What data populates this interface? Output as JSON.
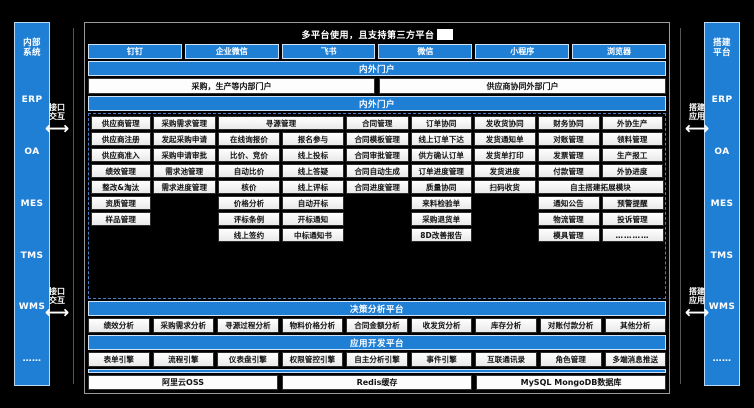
{
  "title": "多平台使用，且支持第三方平台",
  "colors": {
    "accent": "#1f7fd4",
    "cell": "#f2f2f2",
    "border": "#2b2b2b",
    "dashed": "#4a7fc4"
  },
  "left_rail": {
    "items": [
      "内部\n系统",
      "ERP",
      "OA",
      "MES",
      "TMS",
      "WMS",
      "……"
    ],
    "header": "内部系统",
    "labels": {
      "erp": "ERP",
      "oa": "OA",
      "mes": "MES",
      "tms": "TMS",
      "wms": "WMS",
      "dots": "……"
    }
  },
  "right_rail": {
    "header": "搭建\n平台",
    "labels": {
      "erp": "ERP",
      "oa": "OA",
      "mes": "MES",
      "tms": "TMS",
      "wms": "WMS",
      "dots": "……"
    }
  },
  "connectors": {
    "left_top": {
      "label": "接口\n交互",
      "arrow": "⟷"
    },
    "left_bottom": {
      "label": "接口\n交互",
      "arrow": "⟷"
    },
    "right_top": {
      "label": "搭建\n应用",
      "arrow": "⟷"
    },
    "right_bottom": {
      "label": "搭建\n应用",
      "arrow": "⟷"
    }
  },
  "platforms": [
    "钉钉",
    "企业微信",
    "飞书",
    "微信",
    "小程序",
    "浏览器"
  ],
  "portal_bar_1": "内外门户",
  "portals": [
    "采购，生产等内部门户",
    "供应商协同外部门户"
  ],
  "portal_bar_2": "内外门户",
  "matrix": {
    "col1": {
      "head": "供应商管理",
      "items": [
        "供应商注册",
        "供应商准入",
        "绩效管理",
        "整改&淘汰",
        "资质管理",
        "样品管理"
      ]
    },
    "col2": {
      "head": "采购需求管理",
      "items": [
        "发起采购申请",
        "采购申请审批",
        "需求池管理",
        "需求进度管理"
      ]
    },
    "sourcing": {
      "head": "寻源管理",
      "left": [
        "在线询报价",
        "比价、竞价",
        "自动比价",
        "核价",
        "价格分析",
        "评标条例",
        "线上签约"
      ],
      "right": [
        "报名参与",
        "线上投标",
        "线上答疑",
        "线上评标",
        "自动开标",
        "开标通知",
        "中标通知书"
      ]
    },
    "col5": {
      "head": "合同管理",
      "items": [
        "合同模板管理",
        "合同审批管理",
        "合同自动生成",
        "合同进度管理"
      ]
    },
    "col6": {
      "head": "订单协同",
      "items": [
        "线上订单下达",
        "供方确认订单",
        "订单进度管理",
        "质量协同",
        "来料检验单",
        "采购退货单",
        "8D改善报告"
      ]
    },
    "col7": {
      "head": "发收货协同",
      "items": [
        "发货通知单",
        "发货单打印",
        "发货进度",
        "扫码收货"
      ]
    },
    "col8": {
      "head": "财务协同",
      "items": [
        "对账管理",
        "发票管理",
        "付款管理"
      ]
    },
    "col9": {
      "head": "外协生产",
      "items": [
        "领料管理",
        "生产报工",
        "外协进度"
      ]
    },
    "extend": {
      "head": "自主搭建拓展模块",
      "left": [
        "通知公告",
        "物流管理",
        "模具管理"
      ],
      "right": [
        "预警提醒",
        "投诉管理",
        "…………"
      ]
    }
  },
  "decision": {
    "title": "决策分析平台",
    "items": [
      "绩效分析",
      "采购需求分析",
      "寻源过程分析",
      "物料价格分析",
      "合同金额分析",
      "收发货分析",
      "库存分析",
      "对账付款分析",
      "其他分析"
    ]
  },
  "appdev": {
    "title": "应用开发平台",
    "items": [
      "表单引擎",
      "流程引擎",
      "仪表盘引擎",
      "权限管控引擎",
      "自主分析引擎",
      "事件引擎",
      "互联通讯录",
      "角色管理",
      "多端消息推送"
    ]
  },
  "infra": [
    "阿里云OSS",
    "Redis缓存",
    "MySQL MongoDB数据库"
  ]
}
